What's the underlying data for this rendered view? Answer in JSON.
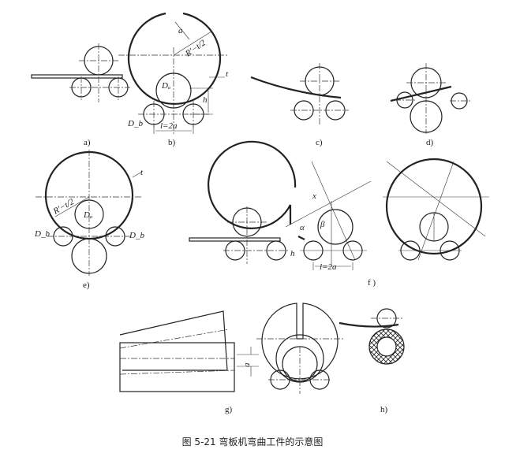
{
  "caption": "图 5-21    弯板机弯曲工件的示意图",
  "subfigures": {
    "a": "a)",
    "b": "b)",
    "c": "c)",
    "d": "d)",
    "e": "e)",
    "f": "f )",
    "g": "g)",
    "h": "h)"
  },
  "labels": {
    "a": "a",
    "radius": "R′−t/2",
    "t": "t",
    "Da": "Dₐ",
    "Db": "D_b",
    "h": "h",
    "l": "l=2a",
    "x": "x",
    "alpha": "α",
    "beta": "β"
  }
}
